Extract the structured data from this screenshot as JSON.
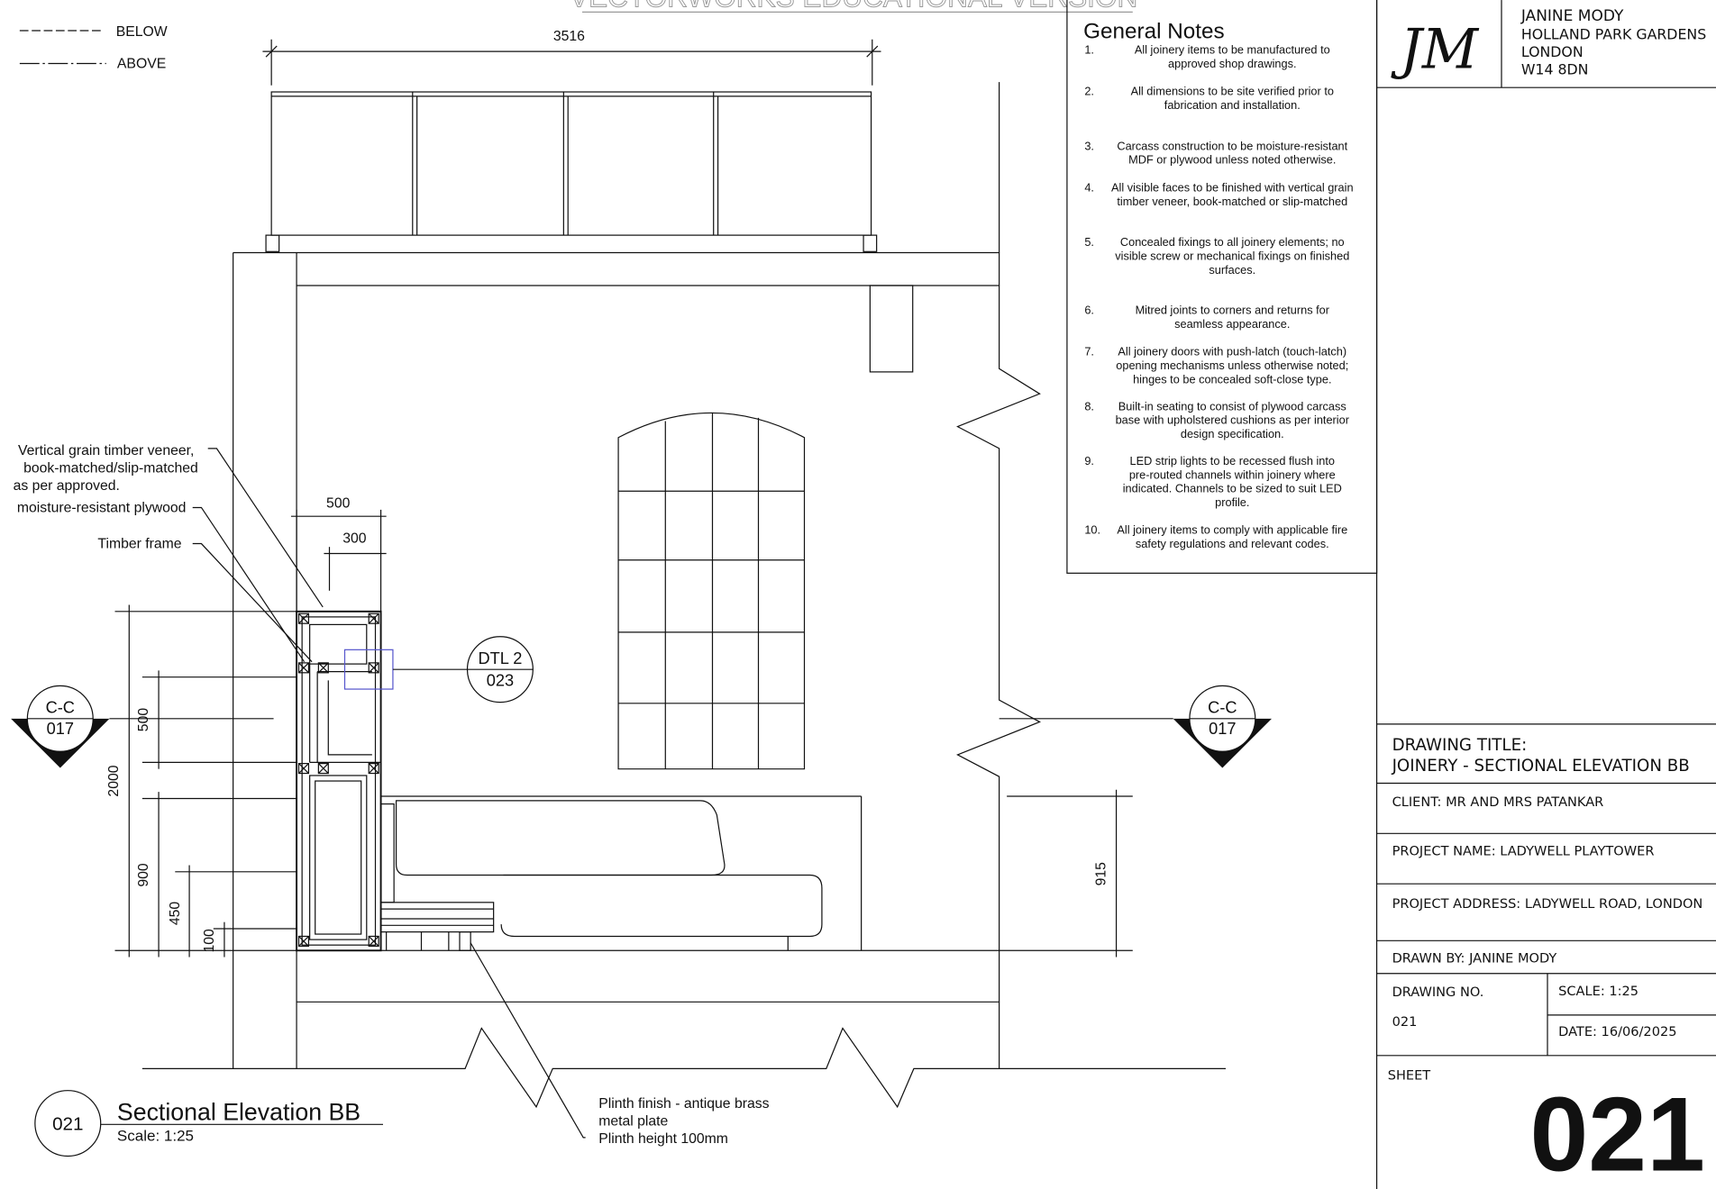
{
  "watermark": "VECTORWORKS EDUCATIONAL VERSION",
  "legend": {
    "below": "BELOW",
    "above": "ABOVE"
  },
  "dimensions": {
    "overall_width": "3516",
    "cab_width": "500",
    "cab_depth": "300",
    "height_total": "2000",
    "shelf": "500",
    "lower": "900",
    "seat": "450",
    "plinth": "100",
    "right_height": "915"
  },
  "section_markers": [
    {
      "label": "C-C",
      "sheet": "017"
    },
    {
      "label": "C-C",
      "sheet": "017"
    }
  ],
  "detail_callout": {
    "label": "DTL 2",
    "sheet": "023"
  },
  "annotations": {
    "veneer": [
      "Vertical grain timber veneer,",
      "book-matched/slip-matched",
      "as per approved."
    ],
    "plywood": "moisture-resistant plywood",
    "frame": "Timber frame",
    "plinth": [
      "Plinth finish - antique brass",
      "metal plate",
      "Plinth height 100mm"
    ]
  },
  "view_title": {
    "number": "021",
    "title": "Sectional Elevation BB",
    "scale": "Scale: 1:25"
  },
  "notes": {
    "title": "General Notes",
    "items": [
      {
        "n": "1.",
        "lines": [
          "All joinery items to be manufactured to",
          "approved shop drawings."
        ]
      },
      {
        "n": "2.",
        "lines": [
          "All dimensions to be site verified prior to",
          "fabrication and installation."
        ]
      },
      {
        "n": "3.",
        "lines": [
          "Carcass construction to be moisture-resistant",
          "MDF or plywood unless noted otherwise."
        ]
      },
      {
        "n": "4.",
        "lines": [
          "All visible faces to be finished with vertical grain",
          "timber veneer, book-matched or slip-matched"
        ]
      },
      {
        "n": "5.",
        "lines": [
          "Concealed fixings to all joinery elements; no",
          "visible screw or mechanical fixings on finished",
          "surfaces."
        ]
      },
      {
        "n": "6.",
        "lines": [
          "Mitred joints to corners and returns for",
          "seamless appearance."
        ]
      },
      {
        "n": "7.",
        "lines": [
          "All joinery doors with push-latch (touch-latch)",
          "opening mechanisms unless otherwise noted;",
          "hinges to be concealed soft-close type."
        ]
      },
      {
        "n": "8.",
        "lines": [
          "Built-in seating to consist of plywood carcass",
          "base with upholstered cushions as per interior",
          "design specification."
        ]
      },
      {
        "n": "9.",
        "lines": [
          "LED strip lights to be recessed flush into",
          "pre-routed channels within joinery where",
          "indicated. Channels to be sized to suit LED",
          "profile."
        ]
      },
      {
        "n": "10.",
        "lines": [
          "All joinery items to comply with applicable fire",
          "safety regulations and relevant codes."
        ]
      }
    ]
  },
  "title_block": {
    "logo": "JM",
    "address": [
      "JANINE MODY",
      "HOLLAND PARK GARDENS",
      "LONDON",
      "W14 8DN"
    ],
    "drawing_title_label": "DRAWING TITLE:",
    "drawing_title": "JOINERY - SECTIONAL ELEVATION BB",
    "client": "CLIENT:   MR AND MRS PATANKAR",
    "project_name": "PROJECT NAME:   LADYWELL PLAYTOWER",
    "project_address": "PROJECT ADDRESS:  LADYWELL ROAD, LONDON",
    "drawn_by": "DRAWN BY:   JANINE MODY",
    "drawing_no_label": "DRAWING NO.",
    "drawing_no": "021",
    "scale": "SCALE:  1:25",
    "date": "DATE:   16/06/2025",
    "sheet_label": "SHEET",
    "sheet": "021"
  },
  "colors": {
    "line": "#111111",
    "detail_box": "#5555cc"
  }
}
